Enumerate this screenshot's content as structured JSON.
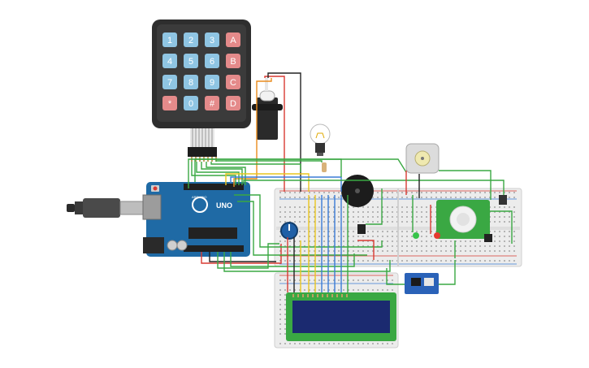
{
  "keypad": {
    "keys": [
      [
        "1",
        "2",
        "3",
        "A"
      ],
      [
        "4",
        "5",
        "6",
        "B"
      ],
      [
        "7",
        "8",
        "9",
        "C"
      ],
      [
        "*",
        "0",
        "#",
        "D"
      ]
    ],
    "digit_color": "#8fc5e3",
    "letter_color": "#e48a8a"
  },
  "arduino": {
    "brand": "UNO",
    "logo_text": "ARDUINO",
    "board_color": "#1f6aa5"
  },
  "colors": {
    "wire_green": "#3aa843",
    "wire_red": "#d93a32",
    "wire_black": "#222222",
    "wire_yellow": "#e9c61e",
    "wire_blue": "#3a7bd5",
    "wire_orange": "#ea8b1d",
    "breadboard": "#ececec",
    "lcd_screen": "#1b2a70",
    "lcd_frame": "#3aa843"
  }
}
